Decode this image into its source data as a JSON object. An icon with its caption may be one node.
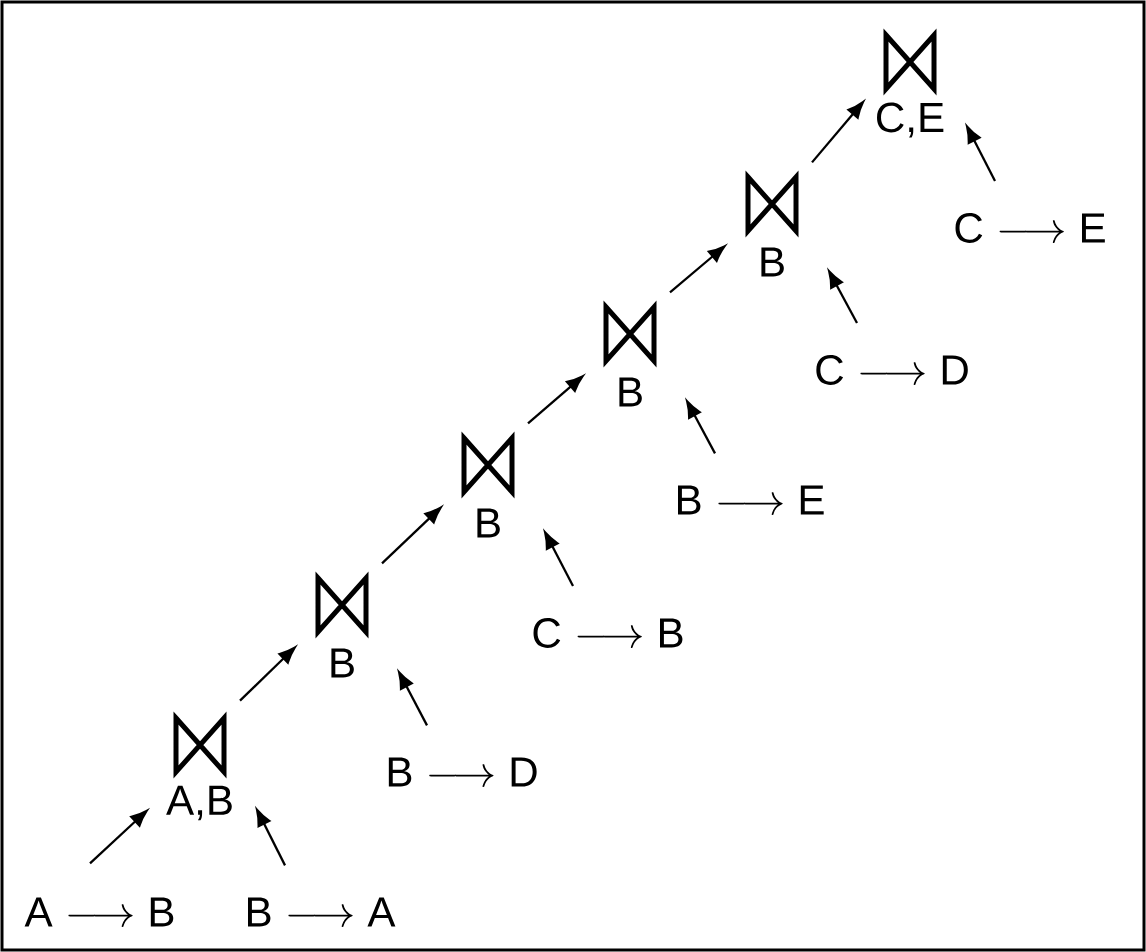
{
  "diagram": {
    "nodes": [
      {
        "text": [
          "A,B"
        ]
      },
      {
        "text": [
          "B"
        ]
      },
      {
        "text": [
          "B"
        ]
      },
      {
        "text": [
          "B"
        ]
      },
      {
        "text": [
          "B"
        ]
      },
      {
        "text": [
          "C,E"
        ]
      },
      {
        "text": [
          "\\mathsf{A}\\longrightarrow\\mathsf{B}"
        ]
      },
      {
        "text": [
          "\\mathsf{B}\\longrightarrow\\mathsf{A}"
        ]
      },
      {
        "text": [
          "\\mathsf{B}\\longrightarrow\\mathsf{D}"
        ]
      },
      {
        "text": [
          "\\mathsf{C}\\longrightarrow\\mathsf{B}"
        ]
      },
      {
        "text": [
          "\\mathsf{B}\\longrightarrow\\mathsf{E}"
        ]
      },
      {
        "text": [
          "\\mathsf{C}\\longrightarrow\\mathsf{D}"
        ]
      },
      {
        "text": [
          "\\mathsf{C}\\longrightarrow\\mathsf{E}"
        ]
      }
    ],
    "edges": [
      {
        "from": 6,
        "to": 0,
        "arrow": "to"
      },
      {
        "from": 7,
        "to": 0,
        "arrow": "to"
      },
      {
        "from": 0,
        "to": 1,
        "arrow": "to"
      },
      {
        "from": 8,
        "to": 1,
        "arrow": "to"
      },
      {
        "from": 1,
        "to": 2,
        "arrow": "to"
      },
      {
        "from": 9,
        "to": 2,
        "arrow": "to"
      },
      {
        "from": 2,
        "to": 3,
        "arrow": "to"
      },
      {
        "from": 10,
        "to": 3,
        "arrow": "to"
      },
      {
        "from": 3,
        "to": 4,
        "arrow": "to"
      },
      {
        "from": 11,
        "to": 4,
        "arrow": "to"
      },
      {
        "from": 4,
        "to": 5,
        "arrow": "to"
      },
      {
        "from": 12,
        "to": 5,
        "arrow": "to"
      }
    ]
  }
}
